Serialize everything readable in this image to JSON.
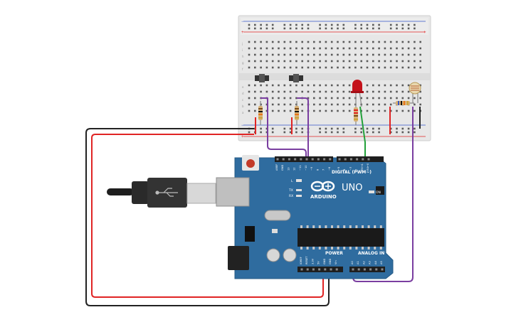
{
  "board": {
    "brand": "ARDUINO",
    "model": "UNO",
    "digital_header": "DIGITAL (PWM~)",
    "power_header": "POWER",
    "analog_header": "ANALOG IN",
    "on_label": "ON",
    "l_label": "L",
    "tx_label": "TX",
    "rx_label": "RX",
    "digital_pins": [
      "AREF",
      "GND",
      "13",
      "12",
      "~11",
      "~10",
      "~9",
      "8",
      "7",
      "~6",
      "~5",
      "4",
      "~3",
      "2",
      "TX→1",
      "RX←0"
    ],
    "power_pins": [
      "IOREF",
      "RESET",
      "3.3V",
      "5V",
      "GND",
      "GND",
      "Vin"
    ],
    "analog_pins": [
      "A0",
      "A1",
      "A2",
      "A3",
      "A4",
      "A5"
    ]
  },
  "breadboard": {
    "rail_plus": "+",
    "rail_minus": "−",
    "row_letters_top": [
      "j",
      "i",
      "h",
      "g",
      "f"
    ],
    "row_letters_bottom": [
      "e",
      "d",
      "c",
      "b",
      "a"
    ]
  },
  "colors": {
    "board": "#2f6c9f",
    "wire_red": "#e02424",
    "wire_black": "#222222",
    "wire_purple": "#7a3ea0",
    "wire_green": "#22a03a",
    "led": "#c4121b"
  }
}
